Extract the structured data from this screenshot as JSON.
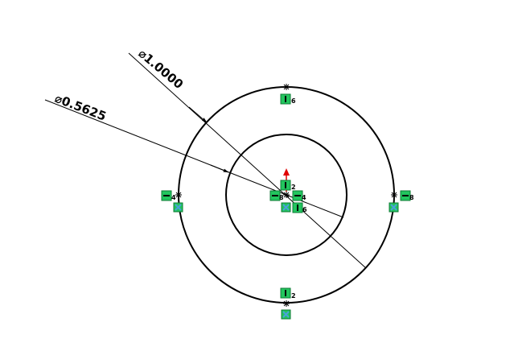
{
  "diagram": {
    "dimensions": {
      "outer_diameter": {
        "symbol": "⌀",
        "value": "1.0000"
      },
      "inner_diameter": {
        "symbol": "⌀",
        "value": "0.5625"
      }
    },
    "relation_tags": [
      {
        "id": "outer-top-vertical",
        "type": "vertical",
        "number": "6"
      },
      {
        "id": "outer-left-horizontal",
        "type": "horizontal",
        "number": "4"
      },
      {
        "id": "outer-right-horizontal",
        "type": "horizontal",
        "number": "8"
      },
      {
        "id": "outer-bottom-vertical",
        "type": "vertical",
        "number": "2"
      },
      {
        "id": "center-vertical-top",
        "type": "vertical",
        "number": "2"
      },
      {
        "id": "center-horizontal-left",
        "type": "horizontal",
        "number": "8"
      },
      {
        "id": "center-horizontal-right",
        "type": "horizontal",
        "number": "4"
      },
      {
        "id": "center-vertical-bottom",
        "type": "vertical",
        "number": "6"
      }
    ],
    "colors": {
      "geometry": "#000000",
      "relation_fill": "#22c55e",
      "relation_border": "#0f7a35",
      "coincident": "#4aa0d8",
      "origin_arrow": "#e00000"
    },
    "icons": [
      "diameter-symbol",
      "vertical-relation-icon",
      "horizontal-relation-icon",
      "coincident-relation-icon",
      "origin-arrow-icon",
      "sketch-point-icon"
    ]
  }
}
